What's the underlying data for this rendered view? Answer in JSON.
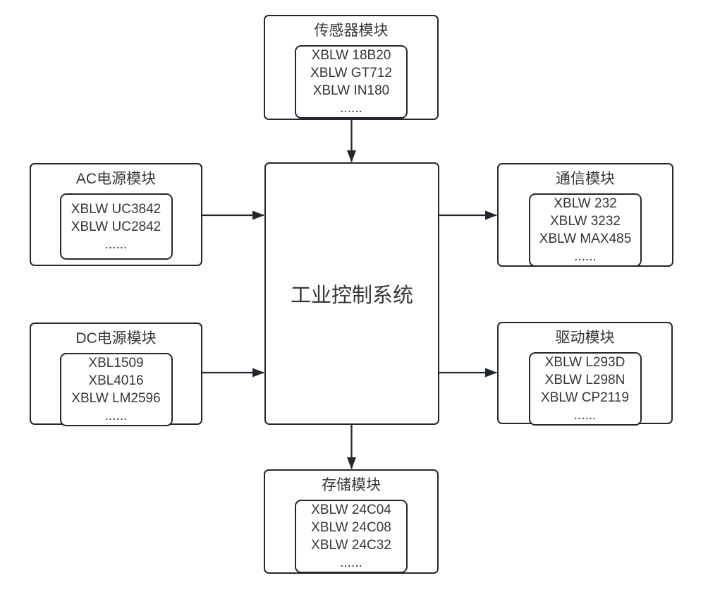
{
  "diagram": {
    "center": {
      "title": "工业控制系统"
    },
    "modules": [
      {
        "id": "sensor",
        "title": "传感器模块",
        "parts": [
          "XBLW 18B20",
          "XBLW GT712",
          "XBLW IN180",
          "......"
        ]
      },
      {
        "id": "ac",
        "title": "AC电源模块",
        "parts": [
          "XBLW UC3842",
          "XBLW UC2842",
          "......"
        ]
      },
      {
        "id": "dc",
        "title": "DC电源模块",
        "parts": [
          "XBL1509",
          "XBL4016",
          "XBLW LM2596",
          "......"
        ]
      },
      {
        "id": "comm",
        "title": "通信模块",
        "parts": [
          "XBLW 232",
          "XBLW 3232",
          "XBLW MAX485",
          "......"
        ]
      },
      {
        "id": "drive",
        "title": "驱动模块",
        "parts": [
          "XBLW L293D",
          "XBLW L298N",
          "XBLW CP2119",
          "......"
        ]
      },
      {
        "id": "storage",
        "title": "存储模块",
        "parts": [
          "XBLW 24C04",
          "XBLW 24C08",
          "XBLW 24C32",
          "......"
        ]
      }
    ],
    "connections": [
      {
        "from": "sensor",
        "to": "center"
      },
      {
        "from": "ac",
        "to": "center"
      },
      {
        "from": "dc",
        "to": "center"
      },
      {
        "from": "center",
        "to": "comm"
      },
      {
        "from": "center",
        "to": "drive"
      },
      {
        "from": "center",
        "to": "storage"
      }
    ],
    "colors": {
      "border": "#23282e",
      "text": "#363636",
      "background": "#ffffff"
    }
  }
}
